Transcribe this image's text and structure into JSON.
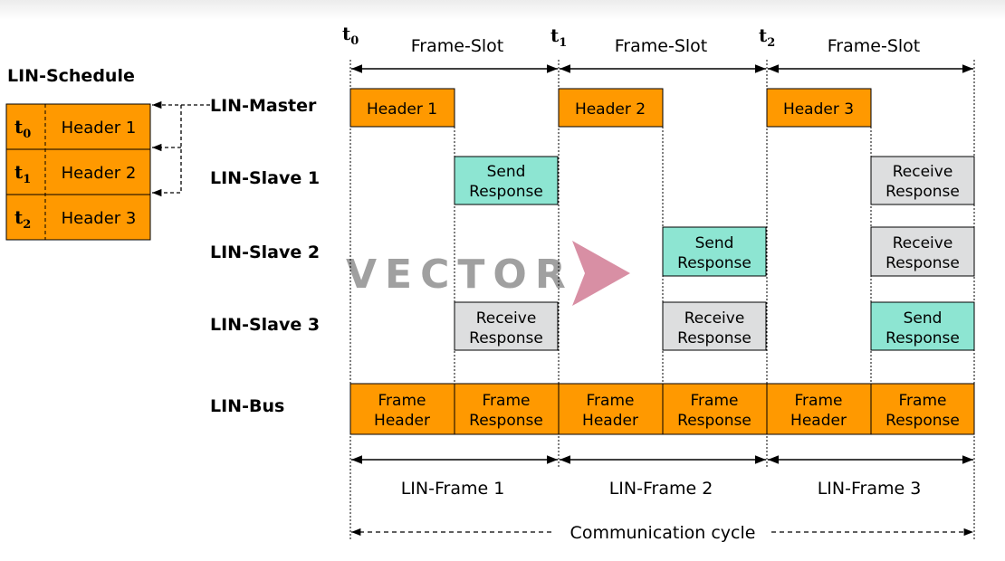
{
  "schedule": {
    "title": "LIN-Schedule",
    "rows": [
      {
        "t_main": "t",
        "t_sub": "0",
        "label": "Header 1"
      },
      {
        "t_main": "t",
        "t_sub": "1",
        "label": "Header 2"
      },
      {
        "t_main": "t",
        "t_sub": "2",
        "label": "Header 3"
      }
    ]
  },
  "time_markers": [
    {
      "main": "t",
      "sub": "0"
    },
    {
      "main": "t",
      "sub": "1"
    },
    {
      "main": "t",
      "sub": "2"
    }
  ],
  "slots": [
    "Frame-Slot",
    "Frame-Slot",
    "Frame-Slot"
  ],
  "lanes": {
    "master": "LIN-Master",
    "slave1": "LIN-Slave 1",
    "slave2": "LIN-Slave 2",
    "slave3": "LIN-Slave 3",
    "bus": "LIN-Bus"
  },
  "master_headers": [
    "Header 1",
    "Header 2",
    "Header 3"
  ],
  "responses": {
    "send": [
      "Send",
      "Response"
    ],
    "receive": [
      "Receive",
      "Response"
    ]
  },
  "bus_cells": [
    [
      "Frame",
      "Header"
    ],
    [
      "Frame",
      "Response"
    ],
    [
      "Frame",
      "Header"
    ],
    [
      "Frame",
      "Response"
    ],
    [
      "Frame",
      "Header"
    ],
    [
      "Frame",
      "Response"
    ]
  ],
  "frames": [
    "LIN-Frame 1",
    "LIN-Frame 2",
    "LIN-Frame 3"
  ],
  "cycle": "Communication cycle",
  "watermark": "VECTOR",
  "colors": {
    "orange": "#FF9900",
    "send": "#8DE5D2",
    "receive": "#DDDEDF",
    "watermark_text": "#8F8F8F",
    "watermark_chevron": "#D4839A"
  }
}
